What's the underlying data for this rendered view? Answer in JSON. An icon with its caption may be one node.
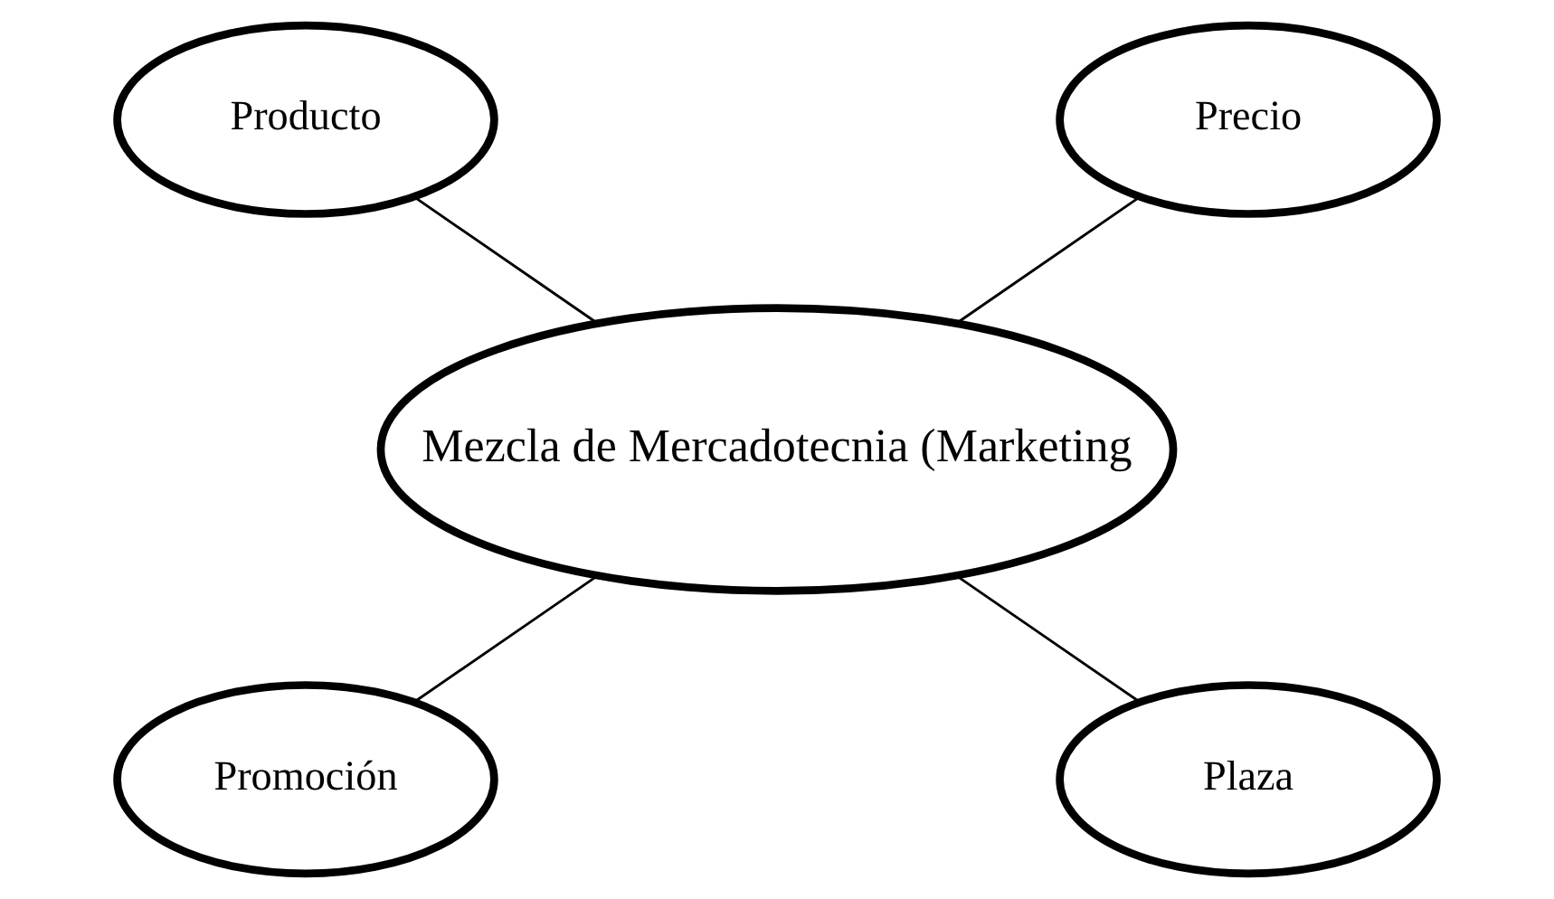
{
  "diagram": {
    "nodes": [
      {
        "text": [
          "Producto"
        ]
      },
      {
        "text": [
          "Precio"
        ]
      },
      {
        "text": [
          "Mezcla de Mercadotecnia (Marketing"
        ]
      },
      {
        "text": [
          "Promoción"
        ]
      },
      {
        "text": [
          "Plaza"
        ]
      }
    ],
    "edges": [
      {
        "from": 0,
        "to": 2,
        "arrow": "none"
      },
      {
        "from": 1,
        "to": 2,
        "arrow": "none"
      },
      {
        "from": 2,
        "to": 3,
        "arrow": "none"
      },
      {
        "from": 2,
        "to": 4,
        "arrow": "none"
      }
    ]
  }
}
